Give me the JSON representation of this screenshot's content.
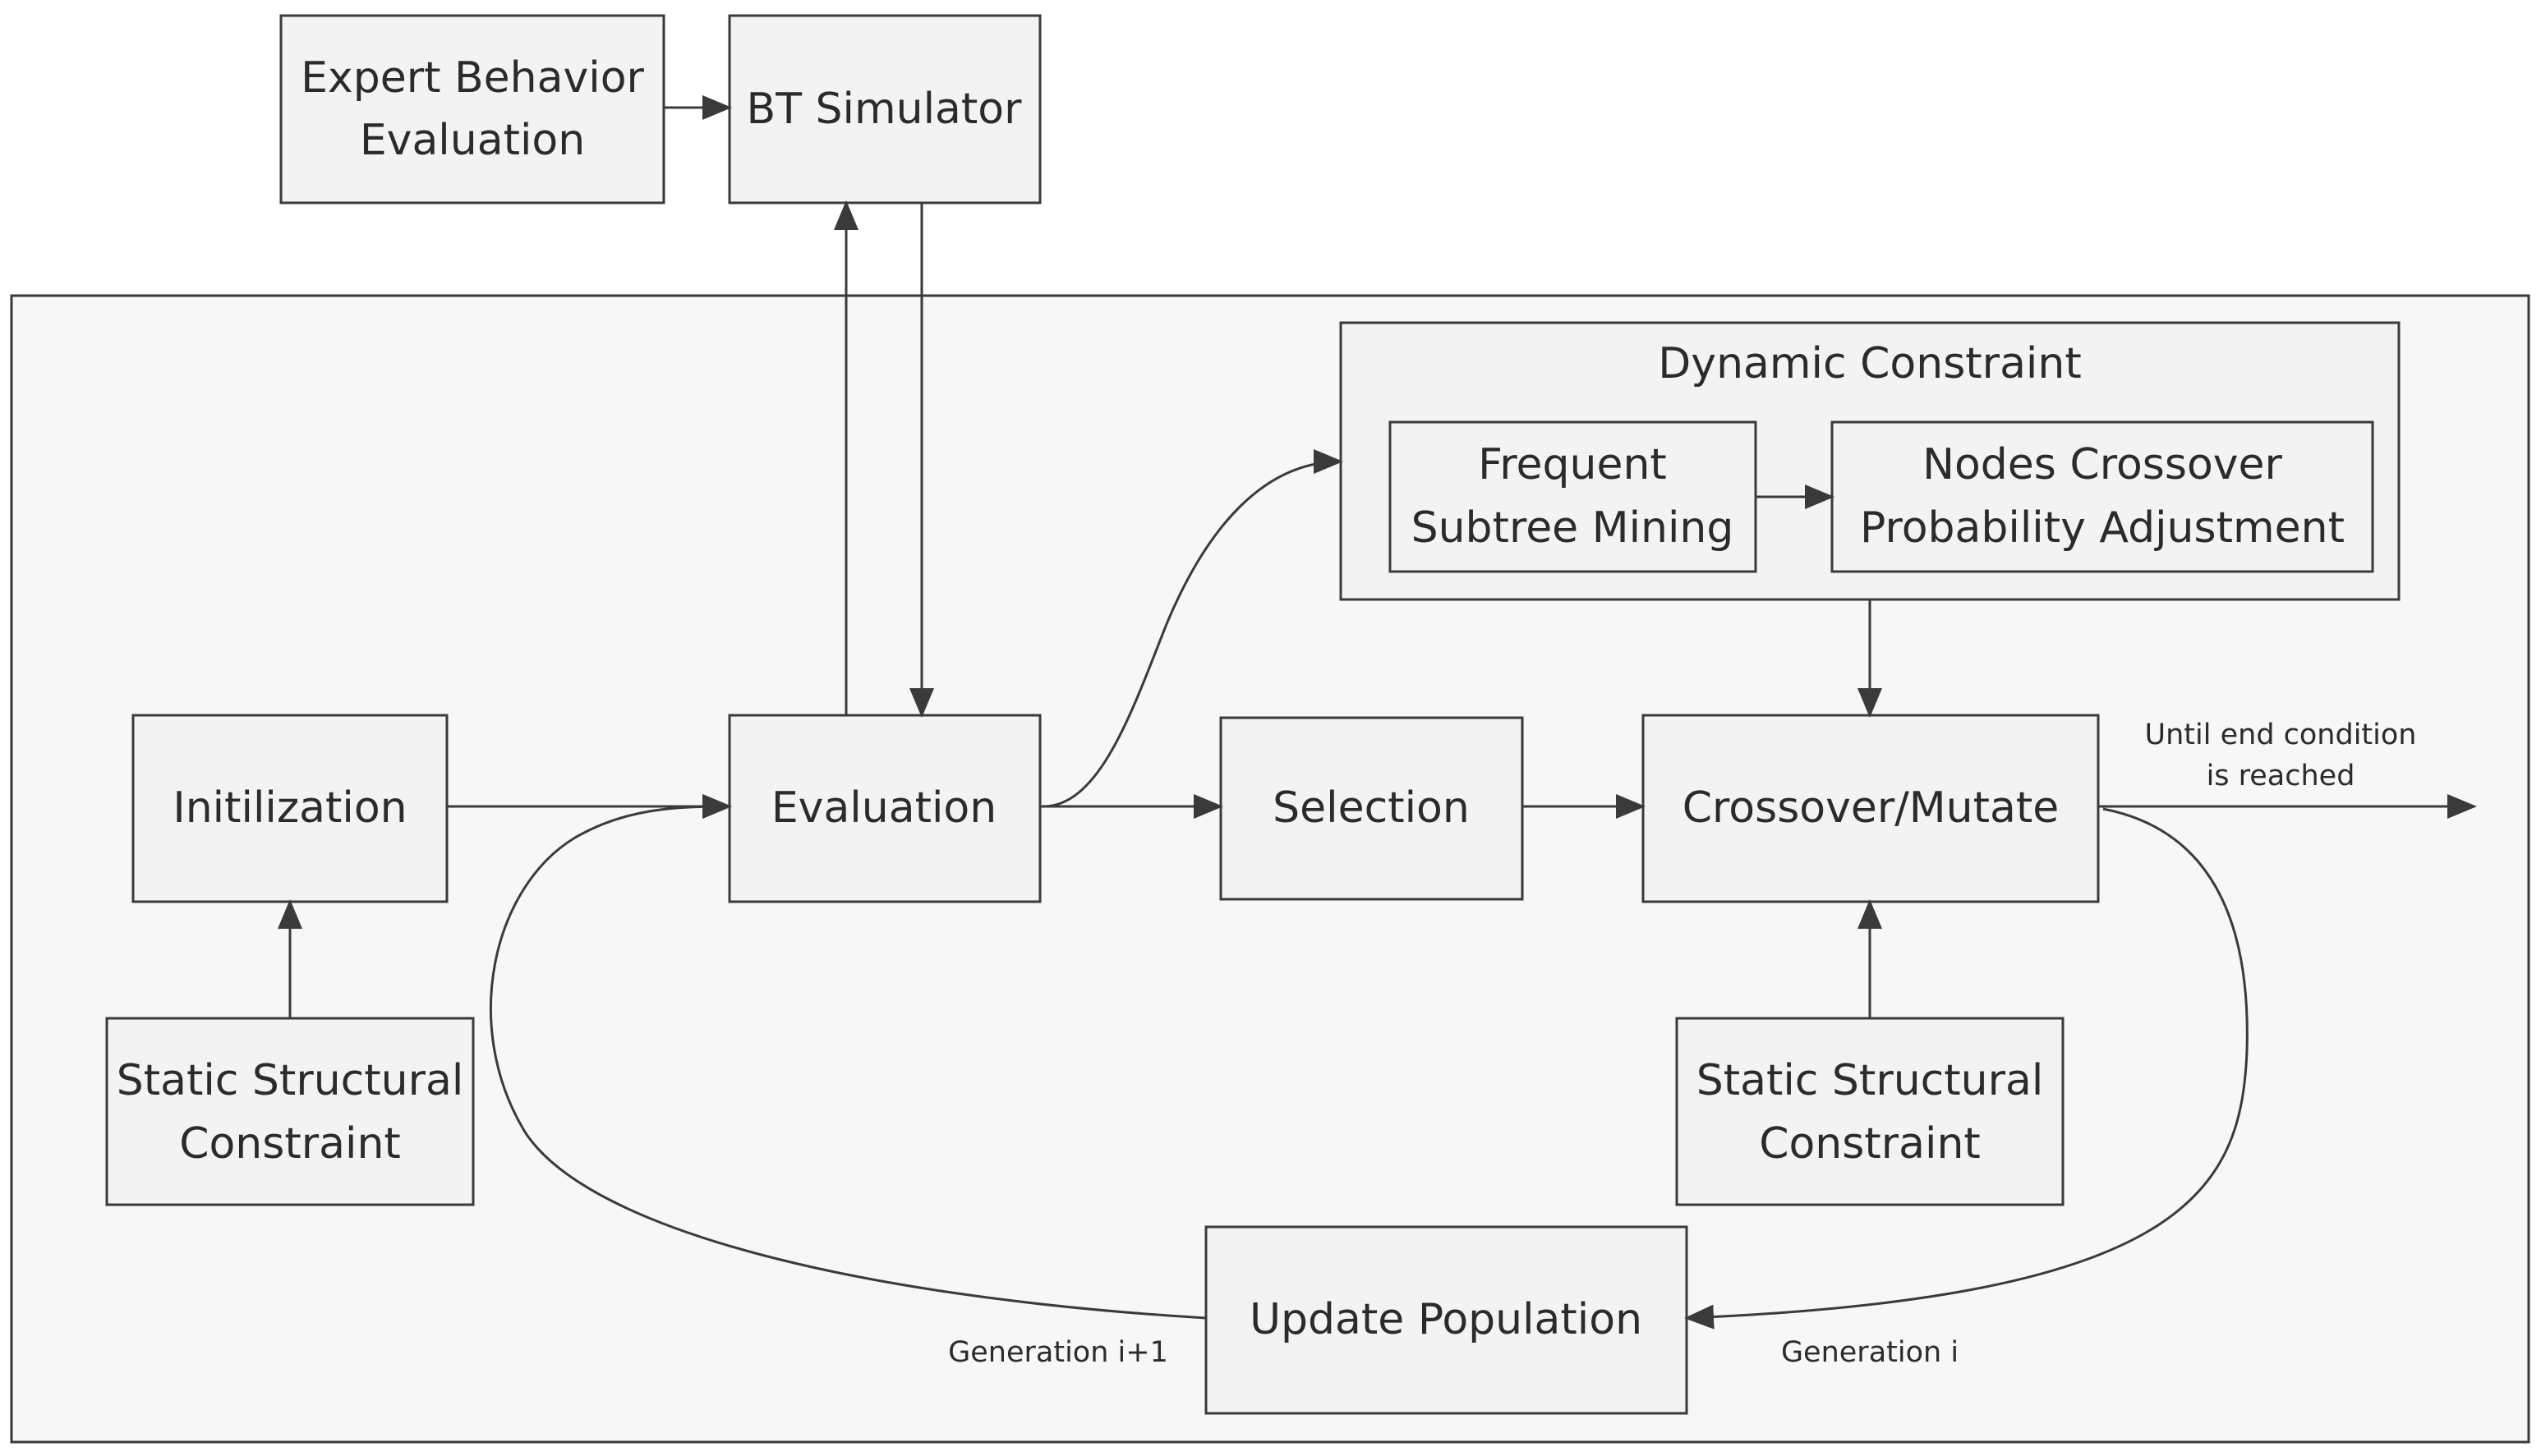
{
  "boxes": {
    "expert_behavior_evaluation": [
      "Expert Behavior",
      "Evaluation"
    ],
    "bt_simulator": [
      "BT Simulator"
    ],
    "dynamic_constraint": [
      "Dynamic Constraint"
    ],
    "frequent_subtree_mining": [
      "Frequent",
      "Subtree Mining"
    ],
    "nodes_crossover_probability_adjustment": [
      "Nodes Crossover",
      "Probability Adjustment"
    ],
    "initilization": [
      "Initilization"
    ],
    "evaluation": [
      "Evaluation"
    ],
    "selection": [
      "Selection"
    ],
    "crossover_mutate": [
      "Crossover/Mutate"
    ],
    "static_structural_constraint_left": [
      "Static Structural",
      "Constraint"
    ],
    "static_structural_constraint_right": [
      "Static Structural",
      "Constraint"
    ],
    "update_population": [
      "Update Population"
    ]
  },
  "labels": {
    "until_end_condition": [
      "Until end condition",
      "is reached"
    ],
    "generation_i": "Generation i",
    "generation_i_plus_1": "Generation i+1"
  },
  "colors": {
    "box_fill": "#f3f3f3",
    "box_stroke": "#3a3a3a",
    "text": "#2b2b2b"
  }
}
